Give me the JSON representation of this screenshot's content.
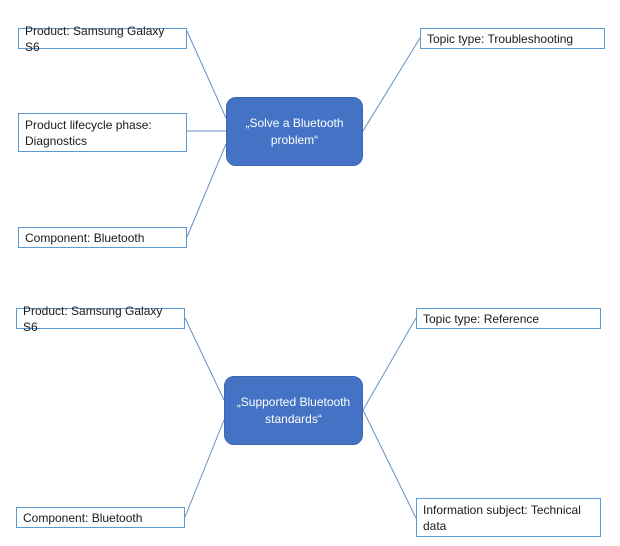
{
  "diagram1": {
    "topic": "„Solve a Bluetooth problem“",
    "left": [
      "Product: Samsung Galaxy S6",
      "Product lifecycle phase: Diagnostics",
      "Component: Bluetooth"
    ],
    "right": [
      "Topic type: Troubleshooting"
    ]
  },
  "diagram2": {
    "topic": "„Supported Bluetooth standards“",
    "left": [
      "Product: Samsung Galaxy S6",
      "Component: Bluetooth"
    ],
    "right": [
      "Topic type: Reference",
      "Information subject: Technical data"
    ]
  }
}
